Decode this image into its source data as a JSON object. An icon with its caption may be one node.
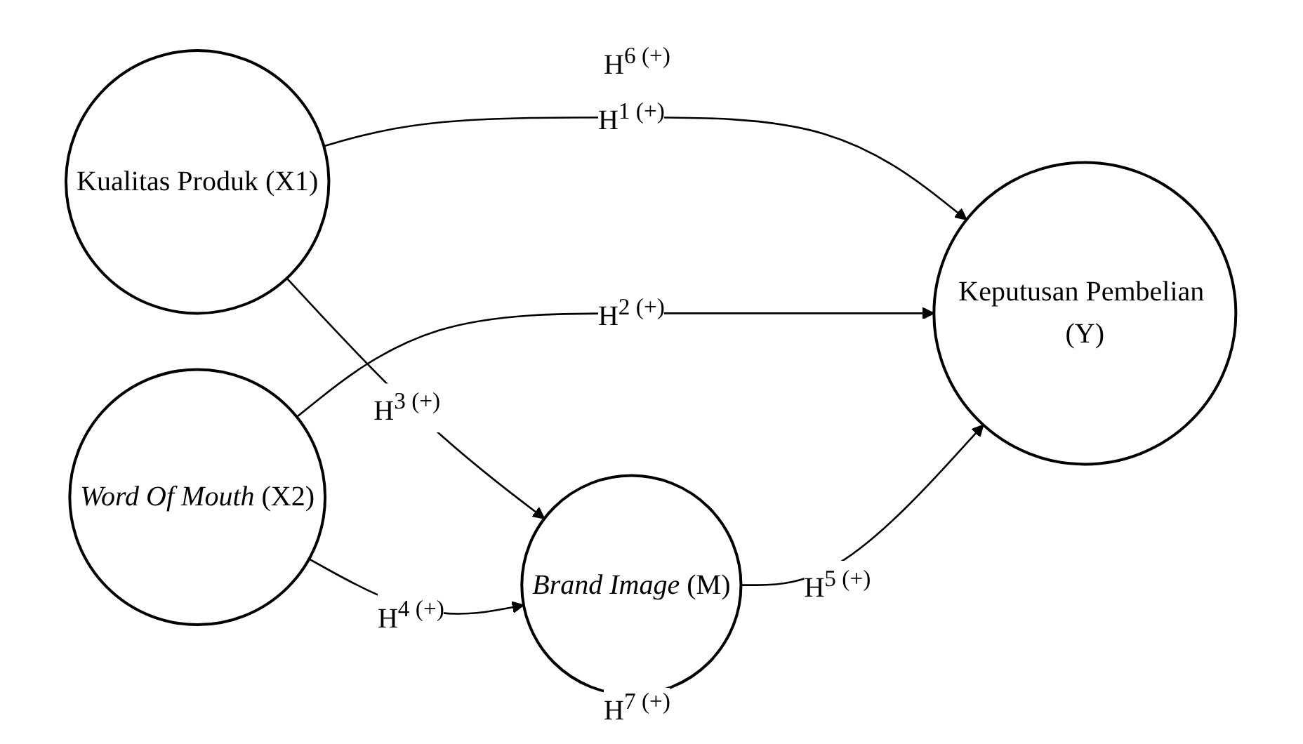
{
  "diagram": {
    "nodes": [
      {
        "text": [
          "Kualitas Produk (X1)"
        ]
      },
      {
        "text": [
          "*Brand Image* (M)"
        ]
      },
      {
        "text": [
          "Keputusan Pembelian (Y)"
        ]
      },
      {
        "text": [
          "*Word Of Mouth* (X2)"
        ]
      }
    ],
    "edges": [
      {
        "from": 0,
        "to": 2,
        "arrow": "to",
        "label": "H$^{1 (+)}$"
      },
      {
        "from": 3,
        "to": 2,
        "arrow": "to",
        "label": "H$^{2 (+)}$"
      },
      {
        "from": 0,
        "to": 1,
        "arrow": "to",
        "label": "H$^{3 (+)}$"
      },
      {
        "from": 3,
        "to": 1,
        "arrow": "to",
        "label": "H$^{4 (+)}$"
      },
      {
        "from": 1,
        "to": 2,
        "arrow": "to",
        "label": "H$^{5 (+)}$"
      }
    ],
    "labels": [
      "H$^{6 (+)}$",
      "H$^{7 (+)}$"
    ]
  }
}
